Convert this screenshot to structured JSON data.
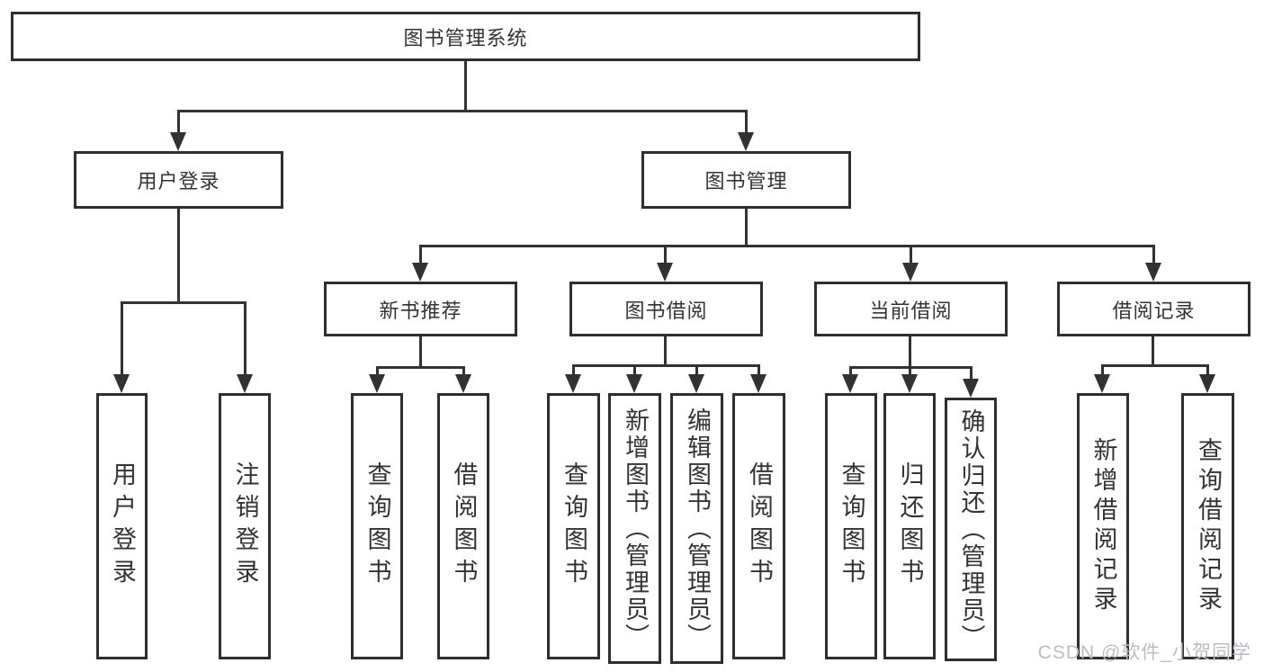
{
  "diagram": {
    "root_label": "图书管理系统",
    "branches": [
      {
        "label": "用户登录",
        "children": [
          {
            "label": "用户登录"
          },
          {
            "label": "注销登录"
          }
        ]
      },
      {
        "label": "图书管理",
        "children": [
          {
            "label": "新书推荐",
            "children": [
              {
                "label": "查询图书"
              },
              {
                "label": "借阅图书"
              }
            ]
          },
          {
            "label": "图书借阅",
            "children": [
              {
                "label": "查询图书"
              },
              {
                "label": "新增图书（管理员）"
              },
              {
                "label": "编辑图书（管理员）"
              },
              {
                "label": "借阅图书"
              }
            ]
          },
          {
            "label": "当前借阅",
            "children": [
              {
                "label": "查询图书"
              },
              {
                "label": "归还图书"
              },
              {
                "label": "确认归还（管理员）"
              }
            ]
          },
          {
            "label": "借阅记录",
            "children": [
              {
                "label": "新增借阅记录"
              },
              {
                "label": "查询借阅记录"
              }
            ]
          }
        ]
      }
    ]
  },
  "watermark": {
    "text": "CSDN @软件_小贺同学"
  },
  "colors": {
    "line": "#323232",
    "border": "#2e2e2e",
    "text": "#333333",
    "watermark": "#b9bdc3",
    "background": "#ffffff"
  }
}
